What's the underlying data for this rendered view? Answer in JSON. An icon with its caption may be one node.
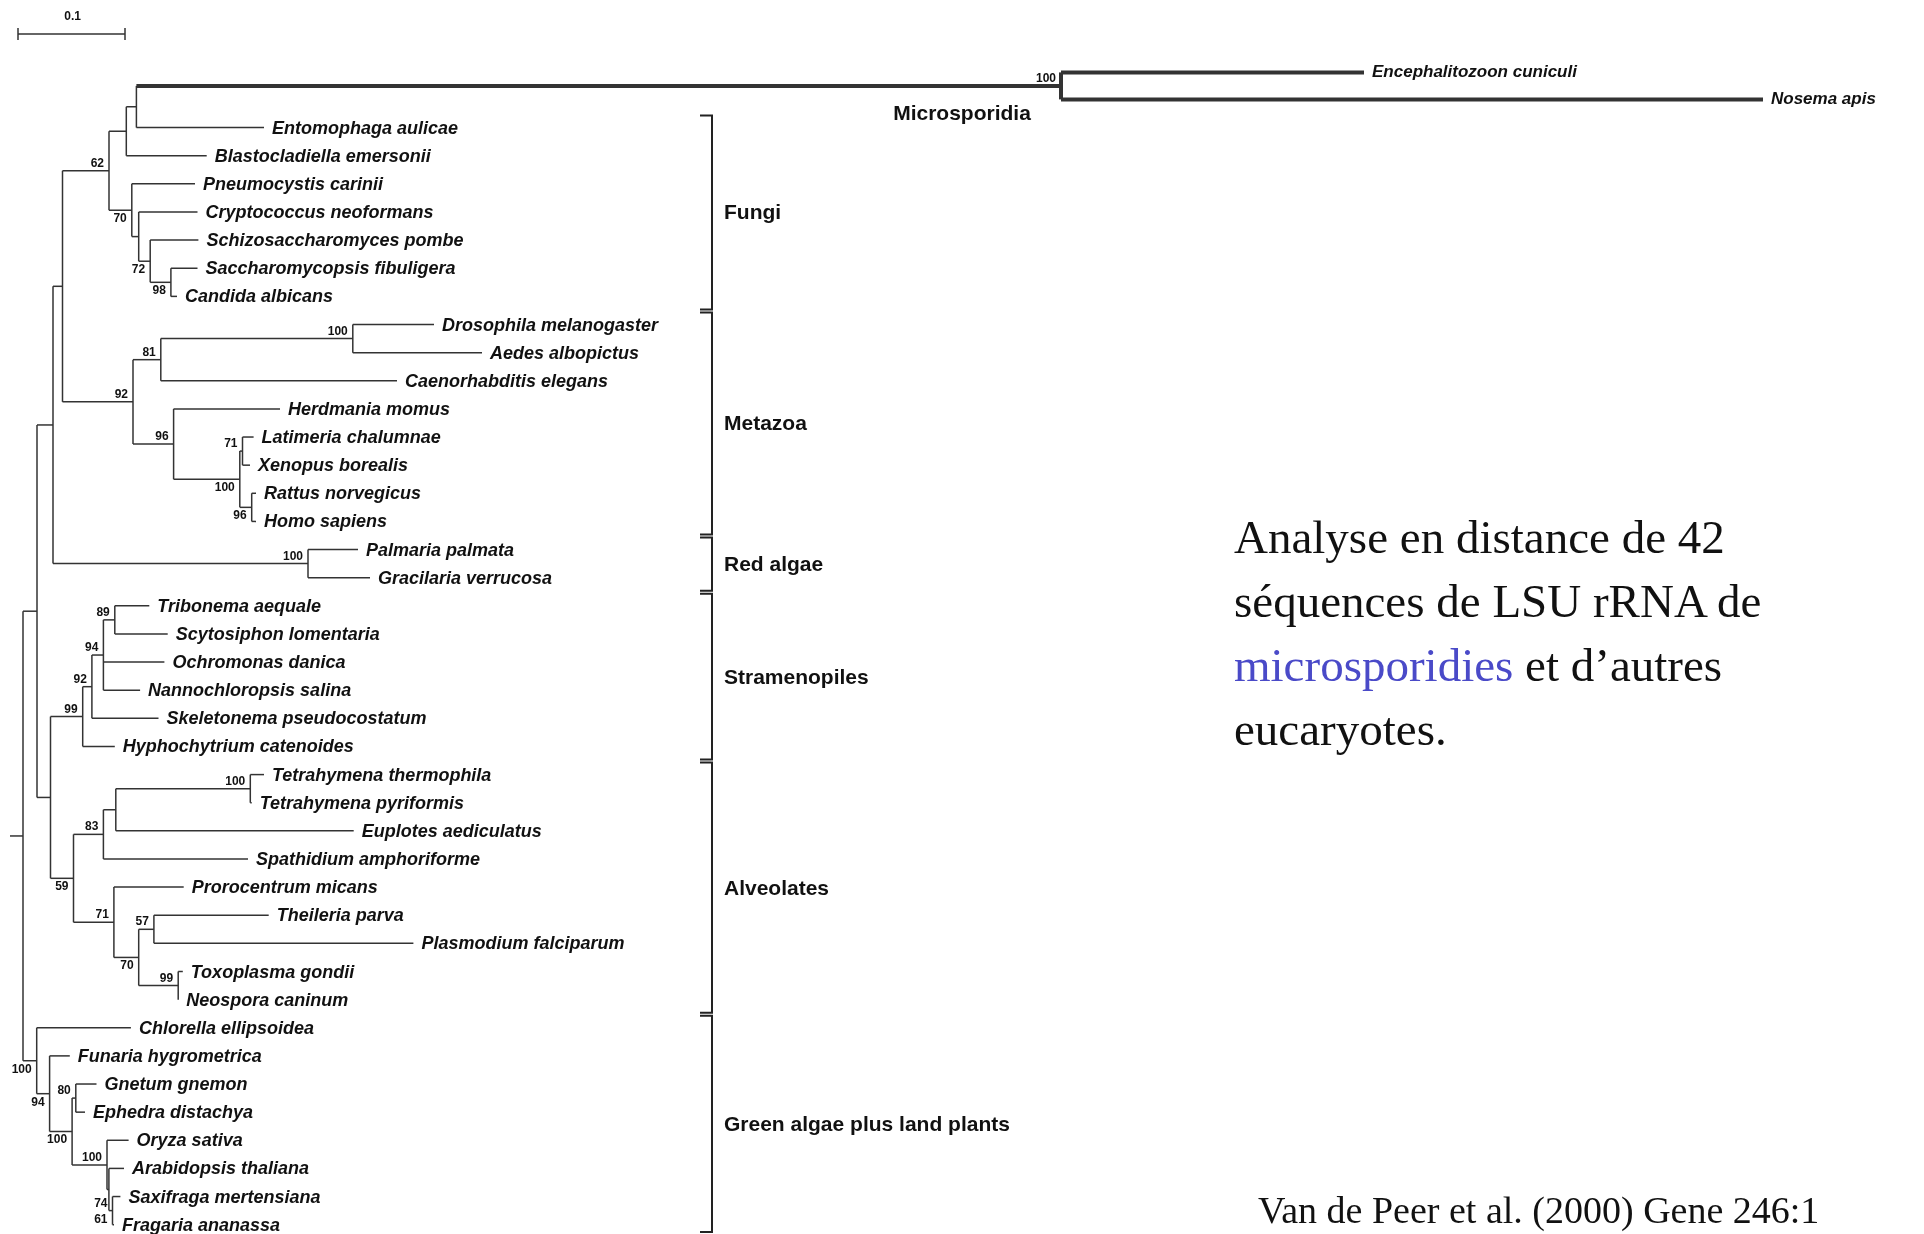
{
  "diagram": {
    "caption": "Van de Peer et al. (2000) Gene 246:1",
    "labels": [
      "0.1",
      "100",
      "Encephalitozoon cuniculi",
      "Nosema apis",
      "Microsporidia",
      "Entomophaga aulicae",
      "Blastocladiella emersonii",
      "Pneumocystis carinii",
      "Cryptococcus neoformans",
      "Schizosaccharomyces pombe",
      "Saccharomycopsis fibuligera",
      "Candida albicans",
      "Drosophila melanogaster",
      "Aedes albopictus",
      "Caenorhabditis elegans",
      "Herdmania momus",
      "Latimeria chalumnae",
      "Xenopus borealis",
      "Rattus norvegicus",
      "Homo sapiens",
      "Palmaria palmata",
      "Gracilaria verrucosa",
      "Tribonema aequale",
      "Scytosiphon lomentaria",
      "Ochromonas danica",
      "Nannochloropsis salina",
      "Skeletonema pseudocostatum",
      "Hyphochytrium catenoides",
      "Tetrahymena thermophila",
      "Tetrahymena pyriformis",
      "Euplotes aediculatus",
      "Spathidium amphoriforme",
      "Prorocentrum micans",
      "Theileria parva",
      "Plasmodium falciparum",
      "Toxoplasma gondii",
      "Neospora caninum",
      "Chlorella ellipsoidea",
      "Funaria hygrometrica",
      "Gnetum gnemon",
      "Ephedra distachya",
      "Oryza sativa",
      "Arabidopsis thaliana",
      "Saxifraga mertensiana",
      "Fragaria ananassa",
      "62",
      "70",
      "72",
      "98",
      "100",
      "81",
      "92",
      "96",
      "71",
      "100",
      "96",
      "100",
      "89",
      "94",
      "92",
      "99",
      "100",
      "83",
      "59",
      "71",
      "57",
      "70",
      "99",
      "100",
      "80",
      "94",
      "100",
      "100",
      "74",
      "61",
      "Fungi",
      "Metazoa",
      "Red algae",
      "Stramenopiles",
      "Alveolates",
      "Green algae plus land plants",
      "Analyse en distance de 42 séquences de LSU rRNA de microsporidies et d’autres eucaryotes."
    ]
  }
}
